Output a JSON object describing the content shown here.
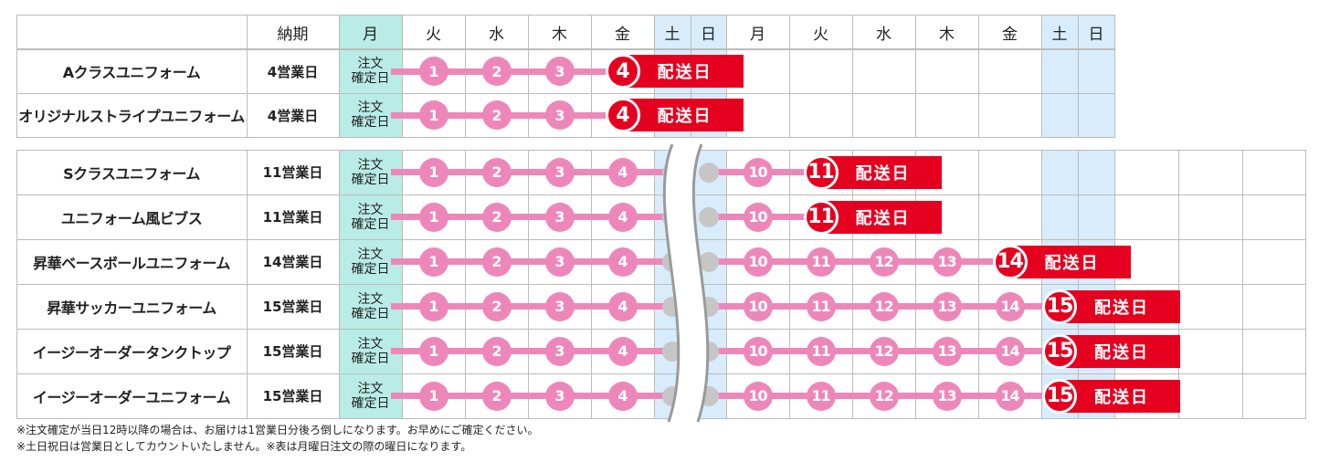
{
  "header": {
    "lead_label": "納期",
    "days_top": [
      "月",
      "火",
      "水",
      "木",
      "金",
      "土",
      "日",
      "月",
      "火",
      "水",
      "木",
      "金",
      "土",
      "日"
    ]
  },
  "order_label": "注文\n確定日",
  "delivery_label": "配送日",
  "rows_top": [
    {
      "name": "Aクラスユニフォーム",
      "lead": "4営業日",
      "steps": [
        "1",
        "2",
        "3"
      ],
      "badge": "4"
    },
    {
      "name": "オリジナルストライプユニフォーム",
      "lead": "4営業日",
      "steps": [
        "1",
        "2",
        "3"
      ],
      "badge": "4"
    }
  ],
  "rows_bottom": [
    {
      "name": "Sクラスユニフォーム",
      "lead": "11営業日",
      "steps_before": [
        "1",
        "2",
        "3",
        "4"
      ],
      "steps_after": [
        "10"
      ],
      "badge": "11"
    },
    {
      "name": "ユニフォーム風ビブス",
      "lead": "11営業日",
      "steps_before": [
        "1",
        "2",
        "3",
        "4"
      ],
      "steps_after": [
        "10"
      ],
      "badge": "11"
    },
    {
      "name": "昇華ベースボールユニフォーム",
      "lead": "14営業日",
      "steps_before": [
        "1",
        "2",
        "3",
        "4"
      ],
      "steps_after": [
        "10",
        "11",
        "12",
        "13"
      ],
      "badge": "14"
    },
    {
      "name": "昇華サッカーユニフォーム",
      "lead": "15営業日",
      "steps_before": [
        "1",
        "2",
        "3",
        "4"
      ],
      "steps_after": [
        "10",
        "11",
        "12",
        "13",
        "14"
      ],
      "badge": "15"
    },
    {
      "name": "イージーオーダータンクトップ",
      "lead": "15営業日",
      "steps_before": [
        "1",
        "2",
        "3",
        "4"
      ],
      "steps_after": [
        "10",
        "11",
        "12",
        "13",
        "14"
      ],
      "badge": "15"
    },
    {
      "name": "イージーオーダーユニフォーム",
      "lead": "15営業日",
      "steps_before": [
        "1",
        "2",
        "3",
        "4"
      ],
      "steps_after": [
        "10",
        "11",
        "12",
        "13",
        "14"
      ],
      "badge": "15"
    }
  ],
  "notes": [
    "※注文確定が当日12時以降の場合は、お届けは1営業日分後ろ倒しになります。お早めにご確定ください。",
    "※土日祝日は営業日としてカウントいたしません。※表は月曜日注文の際の曜日になります。"
  ],
  "colors": {
    "accent_red": "#e60020",
    "timeline_pink": "#ee87b9",
    "order_cell": "#b9ece6",
    "weekend_cell": "#d8ecfb",
    "skip_dot": "#c6c6c6"
  }
}
